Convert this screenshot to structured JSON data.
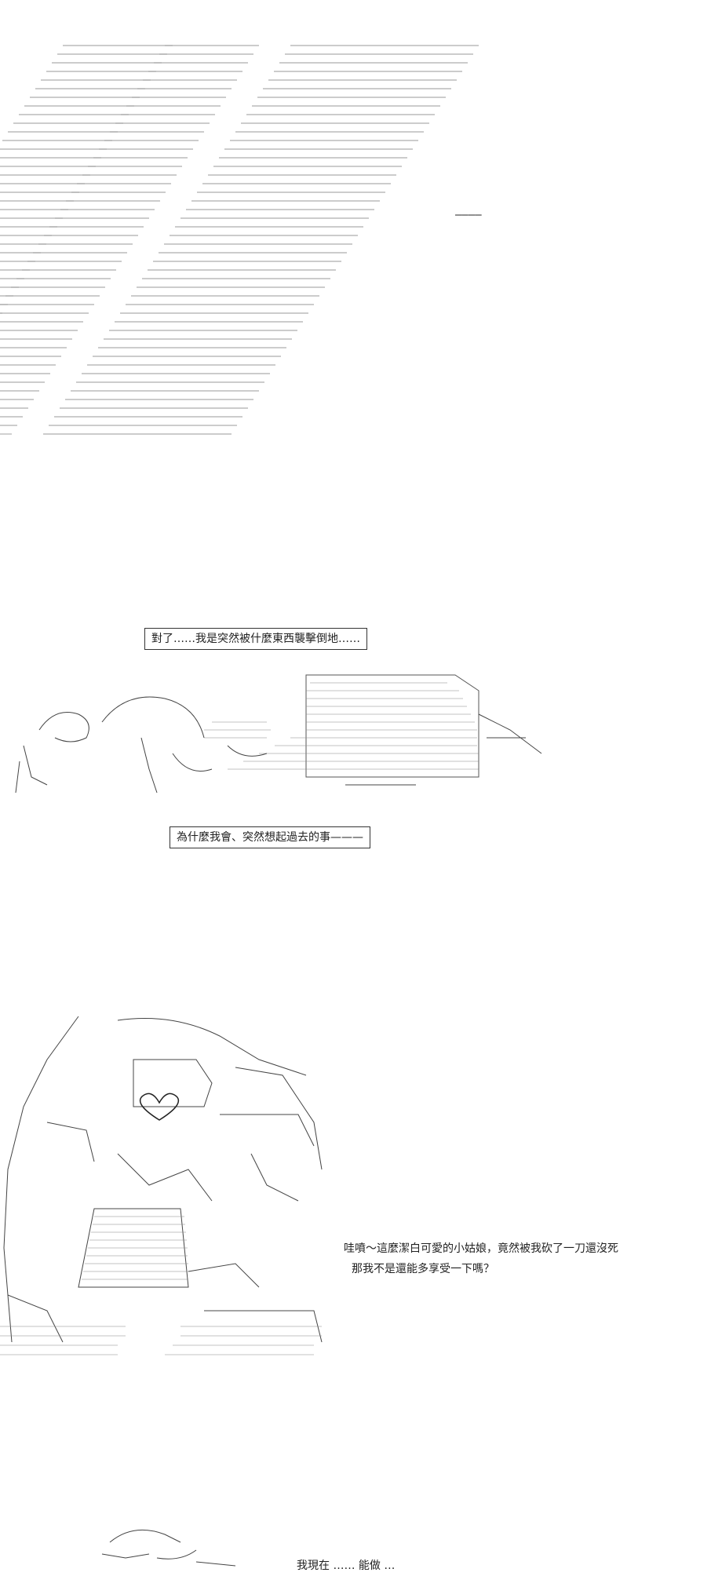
{
  "captions": {
    "first": "對了……我是突然被什麼東西襲擊倒地……",
    "second": "為什麼我會、突然想起過去的事———"
  },
  "speech": {
    "line1": "哇噴～這麼潔白可愛的小姑娘，竟然被我砍了一刀還沒死",
    "line2": "那我不是還能多享受一下嗎？"
  },
  "bottom_partial_text": "我現在 …… 能做 …"
}
